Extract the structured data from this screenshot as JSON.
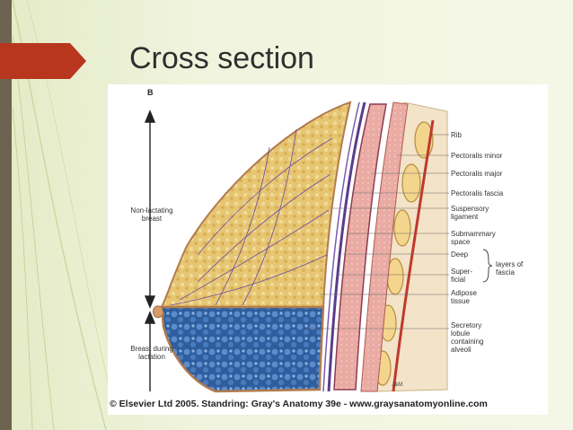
{
  "slide": {
    "title": "Cross section"
  },
  "figure": {
    "panel_letter": "B",
    "left_labels": [
      "Non-lactating\nbreast",
      "Breast during\nlactation"
    ],
    "right_labels": [
      "Rib",
      "Pectoralis minor",
      "Pectoralis major",
      "Pectoralis fascia",
      "Suspensory\nligament",
      "Submammary\nspace",
      "Deep",
      "Super-\nficial",
      "Adipose\ntissue",
      "Secretory\nlobule\ncontaining\nalveoli"
    ],
    "bracket_label": "layers of\nfascia",
    "signature": "J&M.",
    "copyright": "© Elsevier Ltd 2005. Standring: Gray's Anatomy 39e - www.graysanatomyonline.com"
  },
  "colors": {
    "accent": "#b8361e",
    "strip": "#6e6250",
    "muscle": "#e8a9a0",
    "fat": "#e3c16a",
    "lobule": "#3b6fb3"
  }
}
